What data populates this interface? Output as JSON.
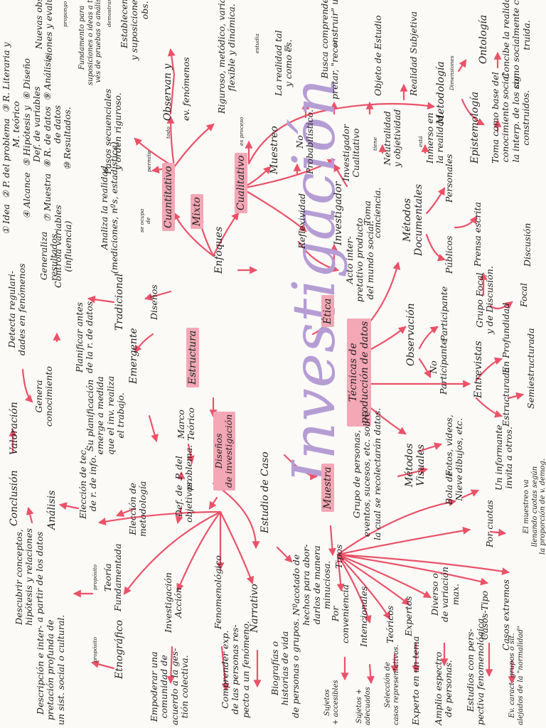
{
  "title": "Investigación",
  "nodes": {
    "enfoques": "Enfoques",
    "cuantitativo": "Cuantitativo",
    "mixto": "Mixto",
    "cualitativo": "Cualitativo",
    "etica": "Ética",
    "estructura": "Estructura",
    "tecnicas": "Técnicas de\nproducción de datos",
    "muestra": "Muestra",
    "disenos_inv": "Diseños\nde investigación",
    "marco_teorico": "Marco\nTeórico",
    "disenos": "Diseños",
    "tradicional": "Tradicional",
    "emergente": "Emergente",
    "planificar": "Planificar antes\nde la r. de datos",
    "su_planificacion": "Su planificación\nemerge a medida\nque el inv. realiza\nel trabajo.",
    "pasos": "Pasos secuenciales\ny orden riguroso.",
    "analiza": "Analiza la realidad\n(mediciones, nºs, estadística)",
    "controla": "Controla variables\n(influencia)",
    "generaliza": "Generaliza\nresultados.",
    "detecta": "Detecta regulari-\ndades en fenómenos",
    "genera": "Genera\nconocimiento",
    "observan": "Observan y",
    "ev_fenomenos": "ev. fenómenos",
    "nuevas_obs": "Nuevas observa-\nciones y evaluaciones",
    "fundamento": "Fundamento para\nsuposiciones o ideas a tra-\nvés de pruebas o análisis",
    "establecen": "Establecen ideas\ny suposiciones de esta\nobs.",
    "fases": "① Idea  ② P. del problema  ③ R. Literaria y\n          M. teórico\n④ Alcance  ⑤ Hipótesis y  ⑥ Diseño\n          Def. de variables\n⑦ Muestra  ⑧ R. de datos  ⑨ Análisis\n          de datos\n⑩ Resultados.",
    "riguroso": "Riguroso, metódico, variable,\nflexible y dinámica.",
    "realidad_tal": "La realidad tal\ny como es.",
    "busca": "Busca comprender, inter-\npretar, \"reconstruir\" un sist. social",
    "objeto": "Objeto de Estudio",
    "realidad_subj": "Realidad Subjetiva",
    "metodologia": "Metodología",
    "ontologia": "Ontología",
    "concibe": "Concibe la realidad\ncomo socialmente cons-\ntruida.",
    "epistemologia": "Epistemología",
    "toma": "Toma como base del\nconocimiento social\nla interp. de los sig.\nconstruidos.",
    "muestreo": "Muestreo",
    "no_prob": "No\nProbabilístico.",
    "investigador_cual": "Investigador\nCualitativo",
    "neutralidad": "Neutralidad\ny objetividad",
    "inmerso": "Inmerso en\nla realidad.",
    "investigador": "Investigador",
    "toma_conciencia": "Toma\nconciencia.",
    "reflexividad": "Reflexividad",
    "acto_inter": "Acto inter-\npretativo producto\ndel mundo social.",
    "metodos_doc": "Métodos\nDocumentales",
    "personales": "Personales",
    "publicos": "Públicos",
    "prensa": "Prensa escrita",
    "grupo_focal": "Grupo Focal\ny de Discusión.",
    "discusion": "Discusión",
    "focal": "Focal",
    "observacion": "Observación",
    "participante": "Participante",
    "no_participante": "No\nParticipante",
    "entrevistas": "Entrevistas",
    "estructurada": "Estructurada",
    "en_profundidad": "En Profundidad",
    "semiestructurada": "Semiestructurada",
    "metodos_vis": "Métodos\nVisuales",
    "fotos": "Fotos, videos,\ndibujos, etc.",
    "grupo_personas": "Grupo de personas,\neventos, sucesos, etc. sobre\nla cual se recolectarán datos.",
    "tipos": "Tipos",
    "bola_nieve": "Bola de\nNieve",
    "un_informante": "Un informante\ninvita a otros.",
    "por_cuotas": "Por cuotas",
    "el_muestreo": "El muestreo va\nllenando cuotas según\nla proporción de v. demog.",
    "casos_extremos": "Casos extremos",
    "casos_tipo": "Casos-Tipo",
    "diverso": "Diverso o\nde variación\nmax.",
    "expertos": "Expertos",
    "teoricos": "Teóricos",
    "intencionales": "Intencionales",
    "por_conveniencia": "Por\nconveniencia",
    "ev_caract": "Ev. caract. grupos o sit.\nalejados de la \"normalidad\"",
    "estudios_con": "Estudios con pers-\npectiva fenomenológica.",
    "amplio": "Amplio espectro\nde personas.",
    "experto_tema": "Experto en un tema",
    "seleccion": "Selección de\ncasos representativos.",
    "sujetos_ad": "Sujetos +\nadecuados",
    "sujetos_acc": "Sujetos\n+ accesibles",
    "def_objetivos": "Def. de\nobjetivos.",
    "p_del_problema": "P. del\nproblema.",
    "eleccion_met": "Elección de\nmetodología",
    "eleccion_tec": "Elección de tec.\nde r. de info.",
    "analisis": "Análisis",
    "conclusion": "Conclusión",
    "valoracion": "Valoración",
    "estudio_caso": "Estudio de Caso",
    "nacotado": "Nºacotado de\nhechos para abor-\ndarlos de manera\nminuciosa.",
    "narrativo": "Narrativo",
    "biografias": "Biografías o\nhistorias de vida\nde personas o grupos.",
    "fenomenologico": "Fenomenológico",
    "comprender": "Comprender exp.\nde las personas res-\npecto a un fenómeno.",
    "inv_accion": "Investigación\nAcción",
    "empoderar": "Empoderar una\ncomunidad de\nacuerdo a la ges-\ntión colectiva.",
    "etnografico": "Etnográfico",
    "descripcion": "Descripción e inter-\npretación profunda de\nun sist. social o cultural.",
    "teoria_fund": "Teoría\nFundamentada",
    "descubrir": "Descubrir conceptos,\nhipótesis y relaciones\na partir de los datos"
  },
  "edge_labels": {
    "todo": "todo",
    "permite": "permite",
    "se_ocupa": "se ocupa\nde",
    "estudia": "estudia",
    "es": "es",
    "en_proceso": "es proceso",
    "tiene": "tiene",
    "esta": "está",
    "propongo": "propongo",
    "demostrar": "demostrar",
    "proposito1": "propósito",
    "proposito2": "propósito",
    "dimensiones": "Dimensiones",
    "se": "se"
  },
  "colors": {
    "arrow": "#ea5268",
    "highlight": "#f4a7b5",
    "title": "#b59dd4",
    "ink": "#1f1f1f"
  }
}
